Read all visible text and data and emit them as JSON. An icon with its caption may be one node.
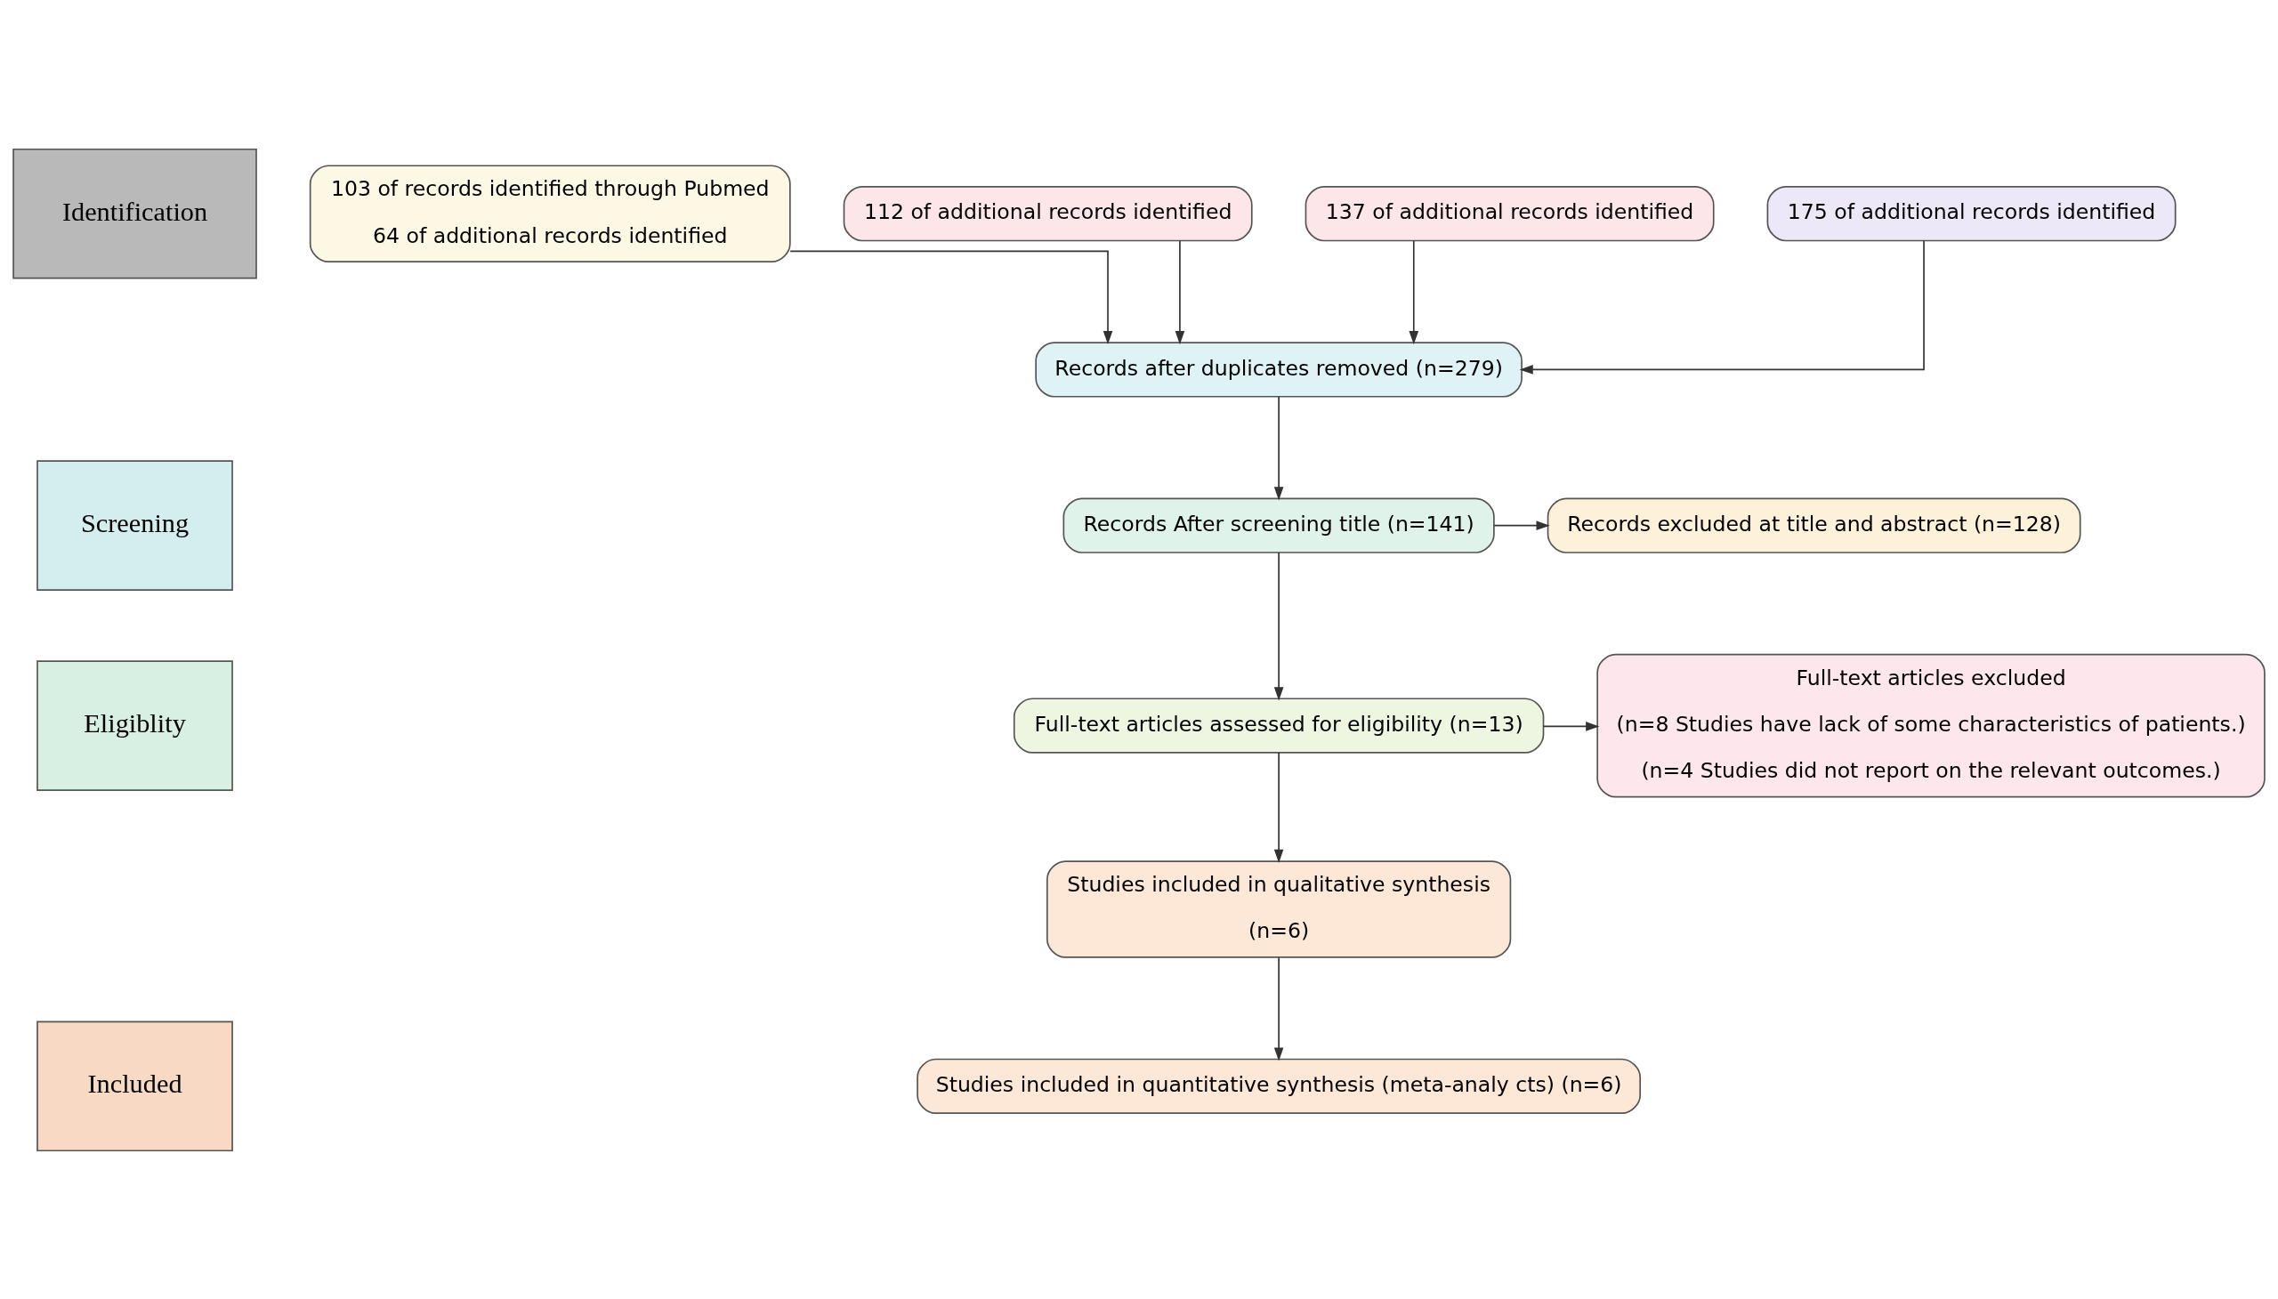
{
  "diagram": {
    "nodes": [
      {
        "text": [
          "Identification"
        ]
      },
      {
        "text": [
          "Screening"
        ]
      },
      {
        "text": [
          "Eligiblity"
        ]
      },
      {
        "text": [
          "Included"
        ]
      },
      {
        "text": [
          "103 of records identified through Pubmed",
          "64 of additional records identified"
        ]
      },
      {
        "text": [
          "112 of additional records identified"
        ]
      },
      {
        "text": [
          "137 of additional records identified"
        ]
      },
      {
        "text": [
          "175 of additional records identified"
        ]
      },
      {
        "text": [
          "Records after duplicates removed (n=279)"
        ]
      },
      {
        "text": [
          "Records After screening title (n=141)"
        ]
      },
      {
        "text": [
          "Records excluded at title and abstract (n=128)"
        ]
      },
      {
        "text": [
          "Full-text articles assessed for eligibility (n=13)"
        ]
      },
      {
        "text": [
          "Full-text articles excluded",
          "(n=8 Studies have lack of some characteristics of patients.)",
          "(n=4 Studies did not report on the relevant outcomes.)"
        ]
      },
      {
        "text": [
          "Studies included in qualitative synthesis",
          "(n=6)"
        ]
      },
      {
        "text": [
          "Studies included in quantitative synthesis (meta-analy cts) (n=6)"
        ]
      }
    ],
    "edges": [
      {
        "from": 4,
        "to": 8,
        "arrow": "to"
      },
      {
        "from": 5,
        "to": 8,
        "arrow": "to"
      },
      {
        "from": 6,
        "to": 8,
        "arrow": "to"
      },
      {
        "from": 7,
        "to": 8,
        "arrow": "to"
      },
      {
        "from": 8,
        "to": 9,
        "arrow": "to"
      },
      {
        "from": 9,
        "to": 10,
        "arrow": "to"
      },
      {
        "from": 9,
        "to": 11,
        "arrow": "to"
      },
      {
        "from": 11,
        "to": 12,
        "arrow": "to"
      },
      {
        "from": 11,
        "to": 13,
        "arrow": "to"
      },
      {
        "from": 13,
        "to": 14,
        "arrow": "to"
      }
    ]
  }
}
